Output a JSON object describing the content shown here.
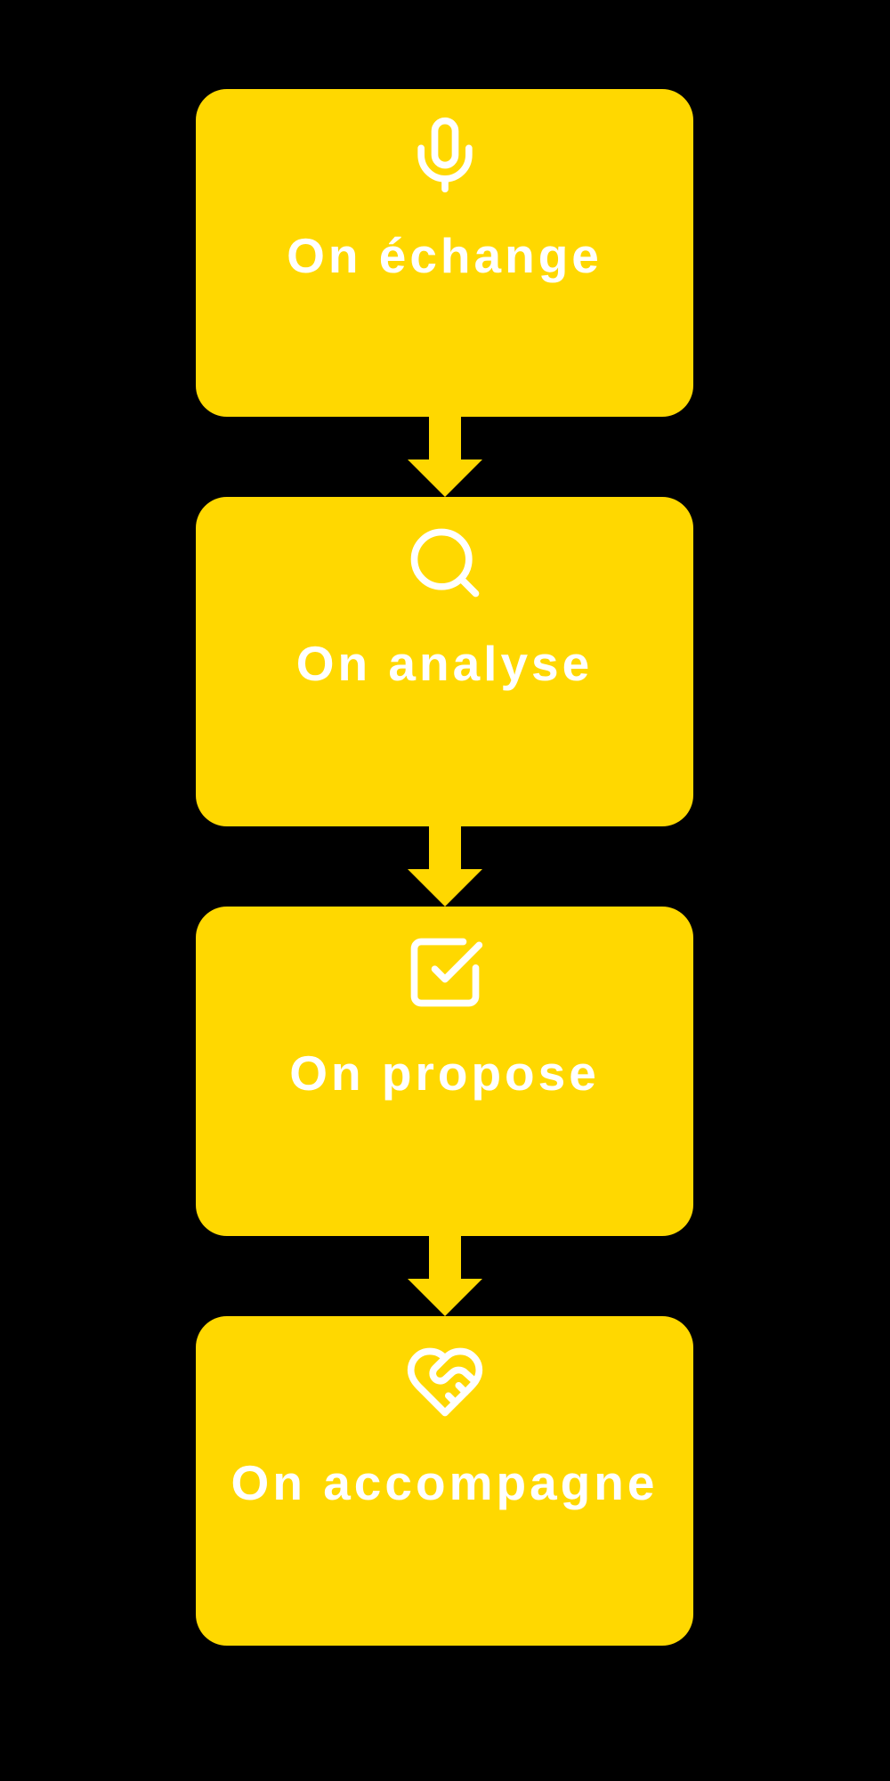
{
  "colors": {
    "background": "#000000",
    "card": "#FFD800",
    "content": "#FFFFFF"
  },
  "steps": [
    {
      "label": "On échange",
      "icon": "microphone-icon"
    },
    {
      "label": "On analyse",
      "icon": "search-icon"
    },
    {
      "label": "On propose",
      "icon": "check-square-icon"
    },
    {
      "label": "On accompagne",
      "icon": "heart-handshake-icon"
    }
  ],
  "connectors": [
    {
      "type": "arrow-down"
    },
    {
      "type": "arrow-down"
    },
    {
      "type": "arrow-down"
    }
  ]
}
